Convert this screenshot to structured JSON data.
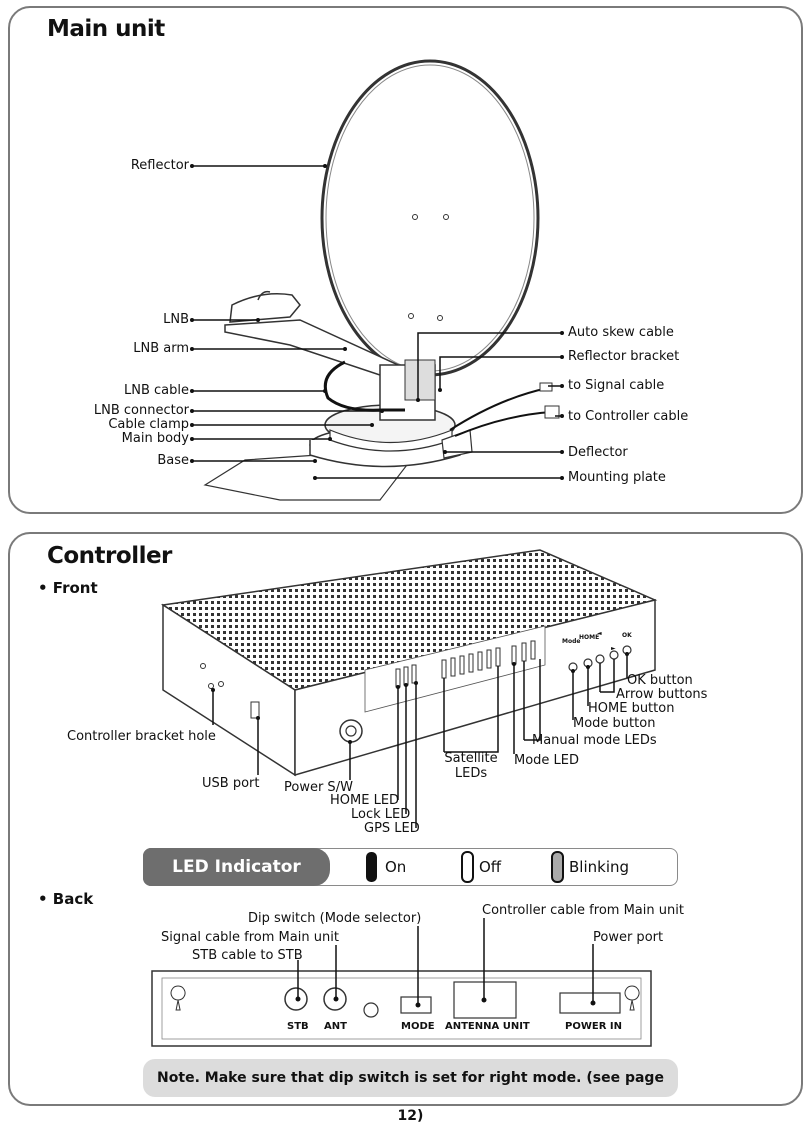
{
  "main_unit": {
    "title": "Main unit",
    "left_labels": [
      "Reflector",
      "LNB",
      "LNB arm",
      "LNB cable",
      "LNB connector",
      "Cable clamp",
      "Main body",
      "Base"
    ],
    "right_labels": [
      "Auto skew cable",
      "Reflector bracket",
      "to Signal cable",
      "to Controller cable",
      "Deflector",
      "Mounting plate"
    ]
  },
  "controller": {
    "title": "Controller",
    "front_label": "• Front",
    "back_label": "• Back",
    "front_labels": {
      "bracket_hole": "Controller bracket hole",
      "usb_port": "USB port",
      "power_sw": "Power S/W",
      "home_led": "HOME LED",
      "lock_led": "Lock LED",
      "gps_led": "GPS LED",
      "satellite_leds": "Satellite\nLEDs",
      "mode_led": "Mode LED",
      "manual_mode_leds": "Manual mode LEDs",
      "mode_button": "Mode button",
      "home_button": "HOME button",
      "arrow_buttons": "Arrow buttons",
      "ok_button": "OK button"
    },
    "panel_button_labels": [
      "Mode",
      "HOME",
      "◄",
      "►",
      "OK"
    ],
    "led_indicator": {
      "title": "LED Indicator",
      "on": "On",
      "off": "Off",
      "blinking": "Blinking"
    },
    "back_labels": {
      "dip_switch": "Dip switch (Mode selector)",
      "signal_cable": "Signal cable from Main unit",
      "stb_cable": "STB cable to STB",
      "controller_cable": "Controller cable from Main unit",
      "power_port": "Power port"
    },
    "back_panel_labels": [
      "STB",
      "ANT",
      "MODE",
      "ANTENNA UNIT",
      "POWER IN"
    ],
    "note": "Note. Make sure that dip switch is set for right mode. (see page 12)"
  }
}
